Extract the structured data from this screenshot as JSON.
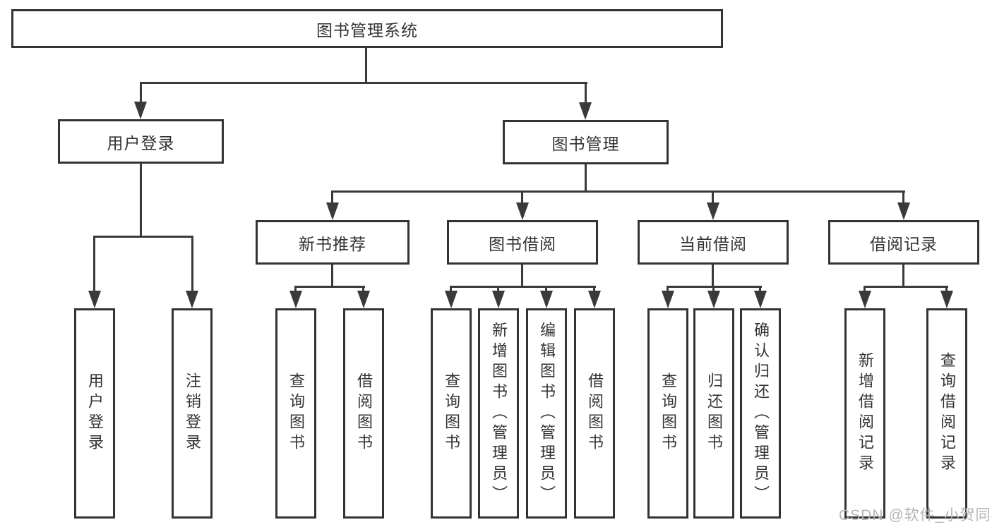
{
  "tree": {
    "root": {
      "label": "图书管理系统"
    },
    "branches": [
      {
        "label": "用户登录",
        "children": [
          {
            "label": "用户登录"
          },
          {
            "label": "注销登录"
          }
        ]
      },
      {
        "label": "图书管理",
        "children": [
          {
            "label": "新书推荐",
            "children": [
              {
                "label": "查询图书"
              },
              {
                "label": "借阅图书"
              }
            ]
          },
          {
            "label": "图书借阅",
            "children": [
              {
                "label": "查询图书"
              },
              {
                "label": "新增图书（管理员）"
              },
              {
                "label": "编辑图书（管理员）"
              },
              {
                "label": "借阅图书"
              }
            ]
          },
          {
            "label": "当前借阅",
            "children": [
              {
                "label": "查询图书"
              },
              {
                "label": "归还图书"
              },
              {
                "label": "确认归还（管理员）"
              }
            ]
          },
          {
            "label": "借阅记录",
            "children": [
              {
                "label": "新增借阅记录"
              },
              {
                "label": "查询借阅记录"
              }
            ]
          }
        ]
      }
    ]
  },
  "watermark": "CSDN @软件_小贺同学",
  "colors": {
    "line": "#3a3a3a",
    "border": "#333333",
    "text": "#333333",
    "watermark": "#b5b5b5",
    "background": "#ffffff"
  }
}
